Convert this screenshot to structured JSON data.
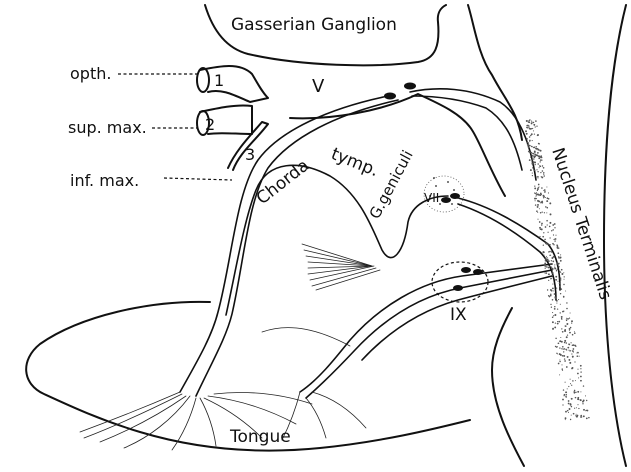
{
  "labels": {
    "gasserian_ganglion": "Gasserian Ganglion",
    "opth": "opth.",
    "sup_max": "sup. max.",
    "inf_max": "inf. max.",
    "branch_1": "1",
    "branch_2": "2",
    "branch_3": "3",
    "nerve_v": "V",
    "chorda": "Chorda",
    "tymp": "tymp.",
    "g_geniculi": "G.geniculi",
    "nerve_vii": "VII",
    "nerve_ix": "IX",
    "nucleus_terminalis": "Nucleus Terminalis",
    "tongue": "Tongue"
  },
  "colors": {
    "ink": "#111111",
    "paper": "#ffffff",
    "stipple": "#555555"
  }
}
